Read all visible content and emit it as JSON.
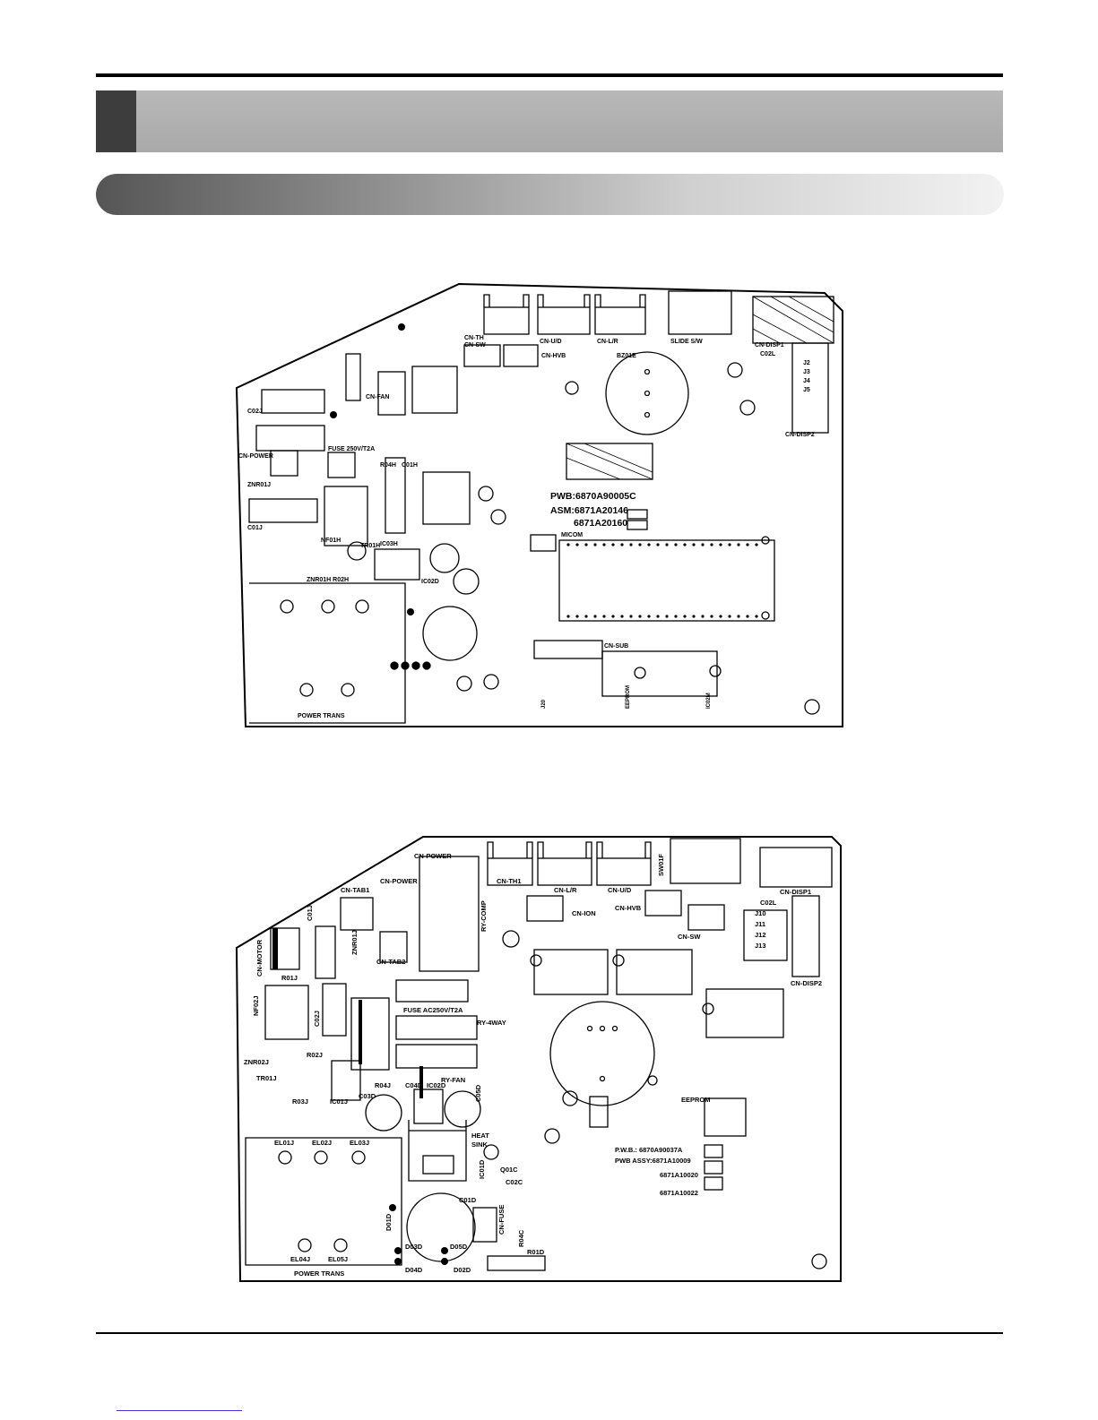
{
  "header": {
    "title": "",
    "section": ""
  },
  "board1": {
    "labels": {
      "cn_th": "CN-TH",
      "cn_sw": "CN-SW",
      "cn_ud": "CN-U/D",
      "cn_hvb": "CN-HVB",
      "cn_lr": "CN-L/R",
      "bz": "BZ01E",
      "slide": "SLIDE S/W",
      "cn_disp1": "CN-DISP1",
      "cn_disp2": "CN-DISP2",
      "c02l": "C02L",
      "j2": "J2",
      "j3": "J3",
      "j4": "J4",
      "j5": "J5",
      "c02j": "C02J",
      "cn_power": "CN-POWER",
      "fuse": "FUSE 250V/T2A",
      "znr01j": "ZNR01J",
      "c01j": "C01J",
      "nf01h": "NF01H",
      "tr01h": "TR01H",
      "znr01h": "ZNR01H R02H",
      "ic03h": "IC03H",
      "ic02d": "IC02D",
      "r04h": "R04H",
      "c01h": "C01H",
      "pwb": "PWB:6870A90005C",
      "asm1": "ASM:6871A20146",
      "asm2": "6871A20160",
      "micom": "MICOM",
      "cn_sub": "CN-SUB",
      "power_trans": "POWER TRANS",
      "eeprom": "EEPROM",
      "ic02m": "IC02M",
      "j20": "J20",
      "cn_fan": "CN-FAN"
    }
  },
  "board2": {
    "labels": {
      "cn_power": "CN-POWER",
      "cn_power2": "CN-POWER",
      "cn_th1": "CN-TH1",
      "cn_lr": "CN-L/R",
      "cn_ud": "CN-U/D",
      "sw01f": "SW01F",
      "cn_disp1": "CN-DISP1",
      "c02l": "C02L",
      "cn_tab1": "CN-TAB1",
      "cn_tab2": "CN-TAB2",
      "c01j": "C01J",
      "cn_motor": "CN-MOTOR",
      "ry_comp": "RY-COMP",
      "cn_ion": "CN-ION",
      "cn_hvb": "CN-HVB",
      "cn_sw": "CN-SW",
      "j10": "J10",
      "j11": "J11",
      "j12": "J12",
      "j13": "J13",
      "cn_disp2": "CN-DISP2",
      "r01j": "R01J",
      "znr01j": "ZNR01J",
      "nf02j": "NF02J",
      "c02j": "C02J",
      "fuse": "FUSE AC250V/T2A",
      "ry_4way": "RY-4WAY",
      "znr02j": "ZNR02J",
      "r02j": "R02J",
      "tr01j": "TR01J",
      "r03j": "R03J",
      "ic01j": "IC01J",
      "c03d": "C03D",
      "r04j": "R04J",
      "c04d": "C04D",
      "ic02d": "IC02D",
      "ry_fan": "RY-FAN",
      "c05d": "C05D",
      "heat": "HEAT",
      "sink": "SINK",
      "ic01d": "IC01D",
      "q01c": "Q01C",
      "c02c": "C02C",
      "c01d": "C01D",
      "el01j": "EL01J",
      "el02j": "EL02J",
      "el03j": "EL03J",
      "el04j": "EL04J",
      "el05j": "EL05J",
      "power_trans": "POWER TRANS",
      "d01d": "D01D",
      "d03d": "D03D",
      "d04d": "D04D",
      "d05d": "D05D",
      "d02d": "D02D",
      "r01d": "R01D",
      "r04c": "R04C",
      "cn_fuse": "CN-FUSE",
      "pwb": "P.W.B.: 6870A90037A",
      "pwb_assy": "PWB ASSY:6871A10009",
      "assy2": "6871A10020",
      "assy3": "6871A10022",
      "eeprom": "EEPROM"
    }
  }
}
